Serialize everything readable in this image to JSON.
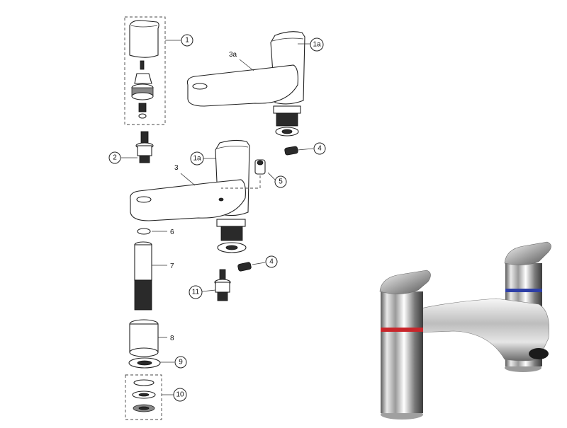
{
  "diagram": {
    "callouts": {
      "c1": "1",
      "c1a_top": "1a",
      "c1a_mid": "1a",
      "c2": "2",
      "c4_top": "4",
      "c4_low": "4",
      "c5": "5",
      "c9": "9",
      "c10": "10",
      "c11": "11"
    },
    "labels": {
      "l3a": "3a",
      "l3": "3",
      "l6": "6",
      "l7": "7",
      "l8": "8"
    }
  },
  "photo": {
    "ring_hot": "#c8262b",
    "ring_cold": "#2e3fa6",
    "chrome_light": "#f2f2f2",
    "chrome_dark": "#4a4a4a"
  }
}
